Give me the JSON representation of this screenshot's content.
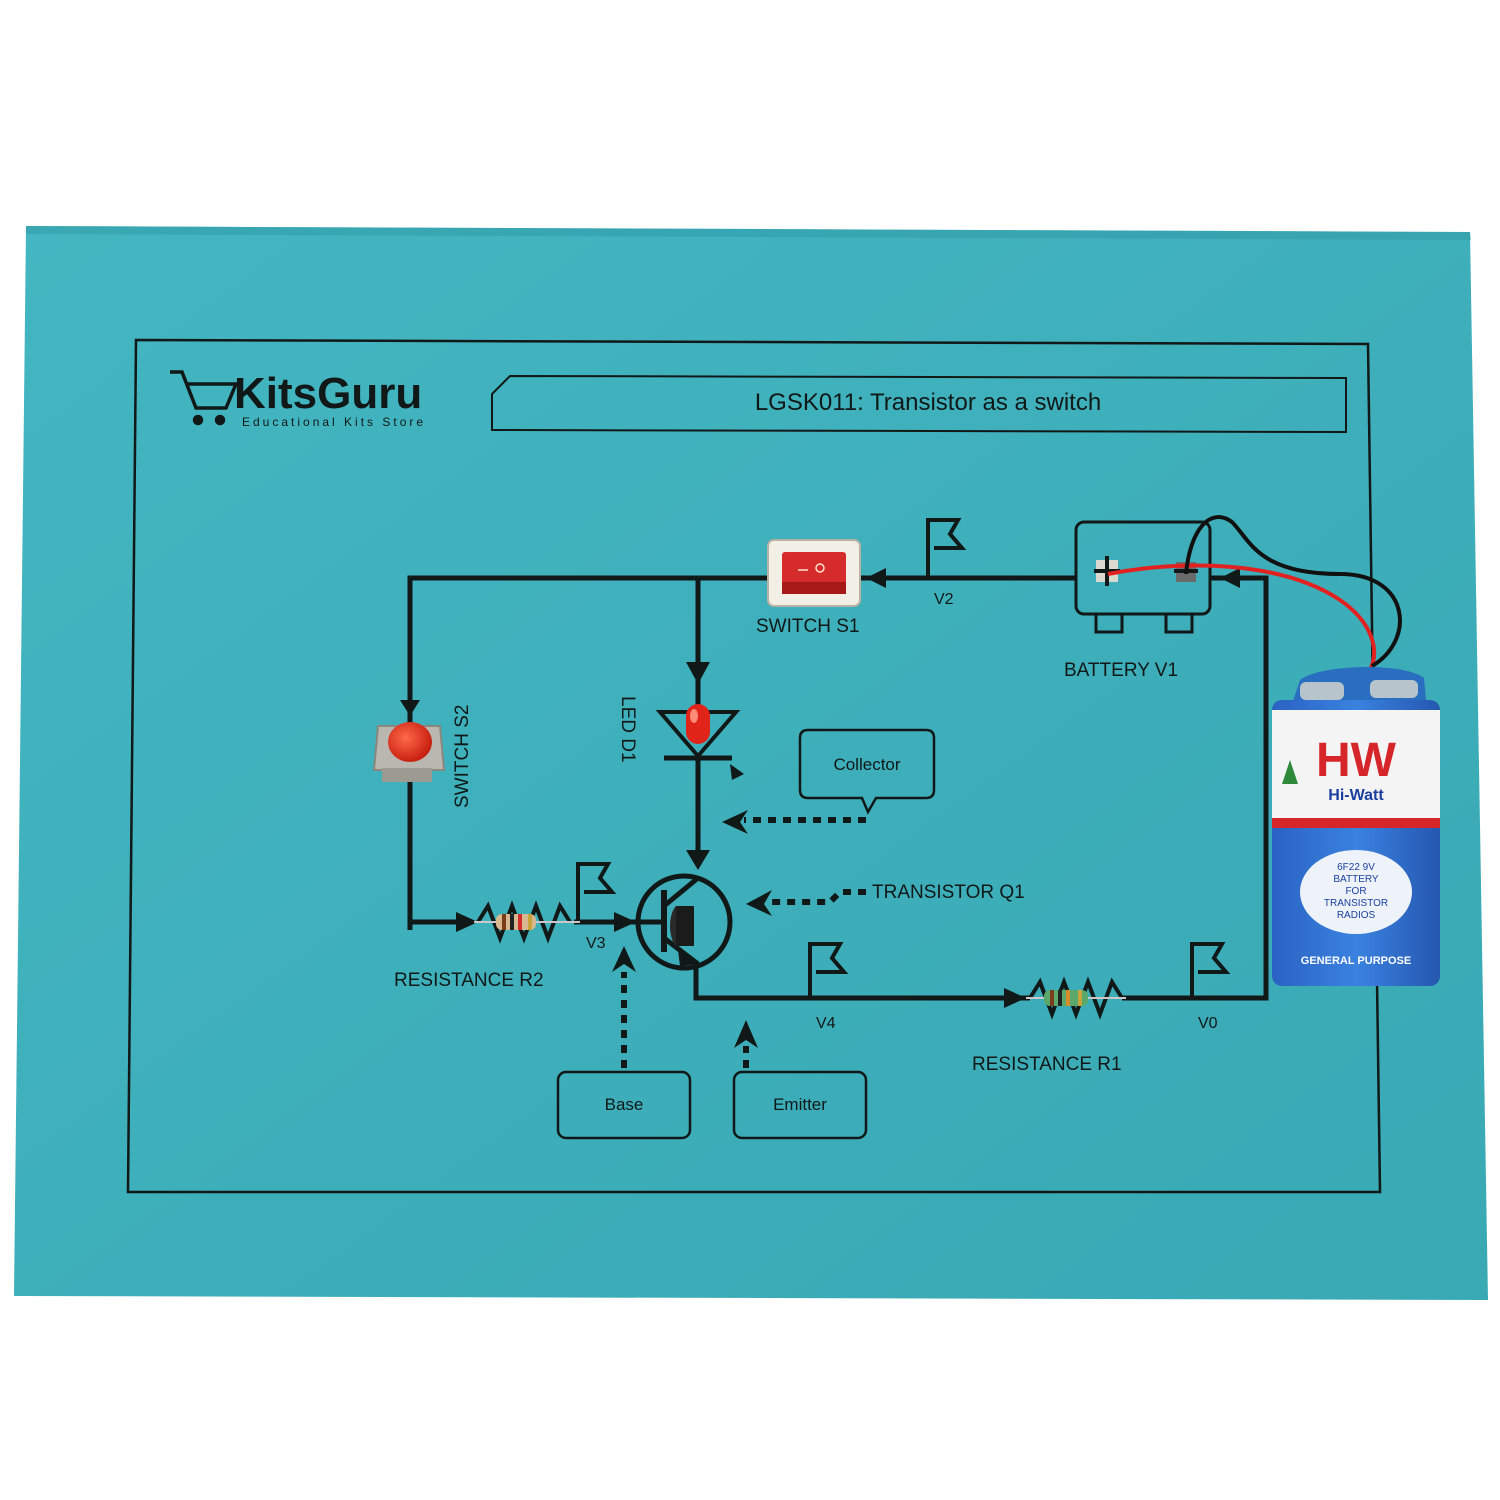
{
  "brand": {
    "name": "KitsGuru",
    "tagline": "Educational Kits Store"
  },
  "kit_title": "LGSK011: Transistor as a switch",
  "components": {
    "switch_s1": "SWITCH S1",
    "switch_s2": "SWITCH S2",
    "battery_v1": "BATTERY V1",
    "led_d1": "LED D1",
    "transistor_q1": "TRANSISTOR Q1",
    "resistance_r1": "RESISTANCE R1",
    "resistance_r2": "RESISTANCE R2"
  },
  "test_points": {
    "v0": "V0",
    "v2": "V2",
    "v3": "V3",
    "v4": "V4"
  },
  "callouts": {
    "collector": "Collector",
    "base": "Base",
    "emitter": "Emitter"
  },
  "battery": {
    "logo": "HW",
    "brand": "Hi-Watt",
    "spec_lines": [
      "6F22 9V",
      "BATTERY",
      "FOR",
      "TRANSISTOR",
      "RADIOS"
    ],
    "purpose": "GENERAL PURPOSE"
  },
  "colors": {
    "board": "#3fb2bd",
    "ink": "#101818",
    "battery_blue": "#2f6fd0",
    "battery_red": "#d6262a",
    "button_red": "#e2301f",
    "switch_red": "#d62b2b"
  }
}
